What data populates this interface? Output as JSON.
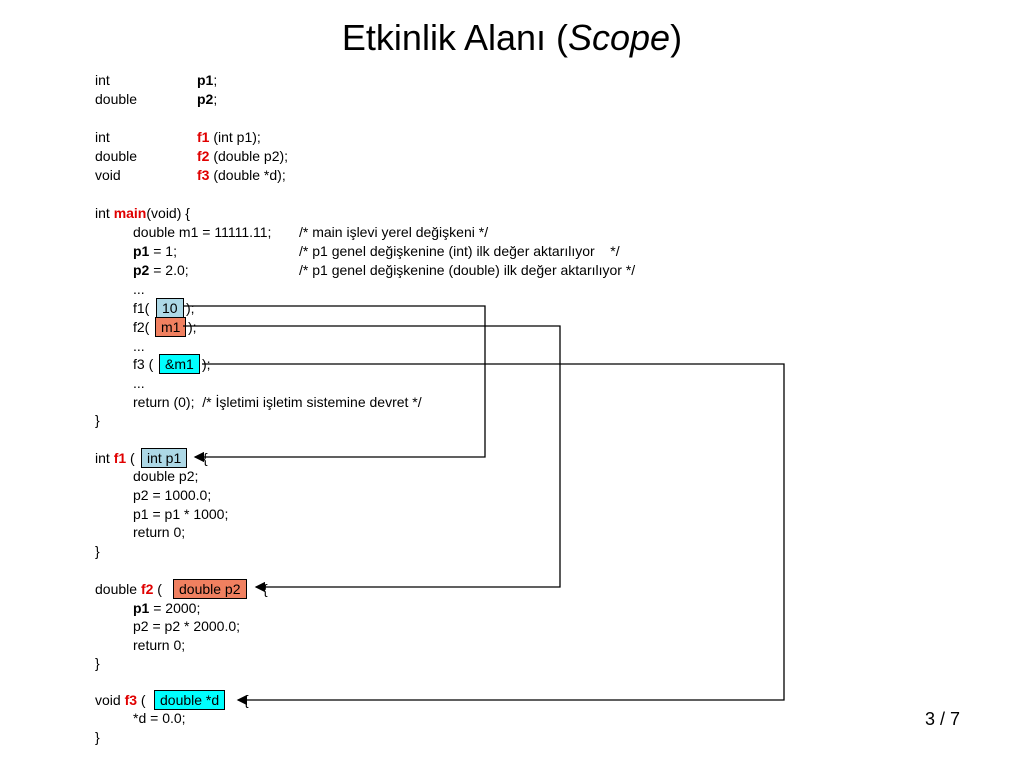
{
  "slide": {
    "title_main": "Etkinlik Alanı (",
    "title_italic": "Scope",
    "title_end": ")",
    "page_number": "3 / 7"
  },
  "decl": [
    {
      "type": "int",
      "name": "p1",
      "rest": ";"
    },
    {
      "type": "double",
      "name": "p2",
      "rest": ";"
    },
    {
      "type": "int",
      "name": "f1",
      "rest": " (int p1);"
    },
    {
      "type": "double",
      "name": "f2",
      "rest": " (double p2);"
    },
    {
      "type": "void",
      "name": "f3",
      "rest": " (double *d);"
    }
  ],
  "main": {
    "sig_type": "int ",
    "sig_name": "main",
    "sig_rest": "(void) {",
    "m1_code": "double m1 = 11111.11;",
    "m1_comment": "/* main işlevi yerel değişkeni */",
    "p1_var": "p1",
    "p1_code": " = 1;",
    "p1_comment": "/* p1 genel değişkenine (int) ilk değer aktarılıyor    */",
    "p2_var": "p2",
    "p2_code": " = 2.0;",
    "p2_comment": "/* p1 genel değişkenine (double) ilk değer aktarılıyor */",
    "dots": "...",
    "f1_call": "f1(",
    "f1_arg": "10",
    "f1_end": ");",
    "f2_call": "f2(",
    "f2_arg": "m1",
    "f2_end": ");",
    "f3_call": "f3 (",
    "f3_arg": "&m1",
    "f3_end": ");",
    "return_code": "return (0);",
    "return_comment": "/* İşletimi işletim sistemine devret */",
    "close": "}"
  },
  "f1": {
    "sig_type": "int ",
    "sig_name": "f1",
    "sig_open": " (",
    "param": "int p1",
    "sig_close": "{",
    "lines": [
      "double p2;",
      "p2 = 1000.0;",
      "p1 = p1 * 1000;",
      "return 0;"
    ],
    "close": "}"
  },
  "f2": {
    "sig_type": "double ",
    "sig_name": "f2",
    "sig_open": " (",
    "param": "double p2",
    "sig_close": "{",
    "line1_var": "p1",
    "line1_rest": " = 2000;",
    "lines": [
      "p2 = p2 * 2000.0;",
      "return 0;"
    ],
    "close": "}"
  },
  "f3": {
    "sig_type": "void ",
    "sig_name": "f3",
    "sig_open": " (",
    "param": "double *d",
    "sig_close": "{",
    "line1": "*d = 0.0;",
    "close": "}"
  },
  "colors": {
    "keyword_red": "#e00000",
    "arg_blue": "#add8e6",
    "arg_orange": "#f08060",
    "arg_cyan": "#00ffff"
  }
}
